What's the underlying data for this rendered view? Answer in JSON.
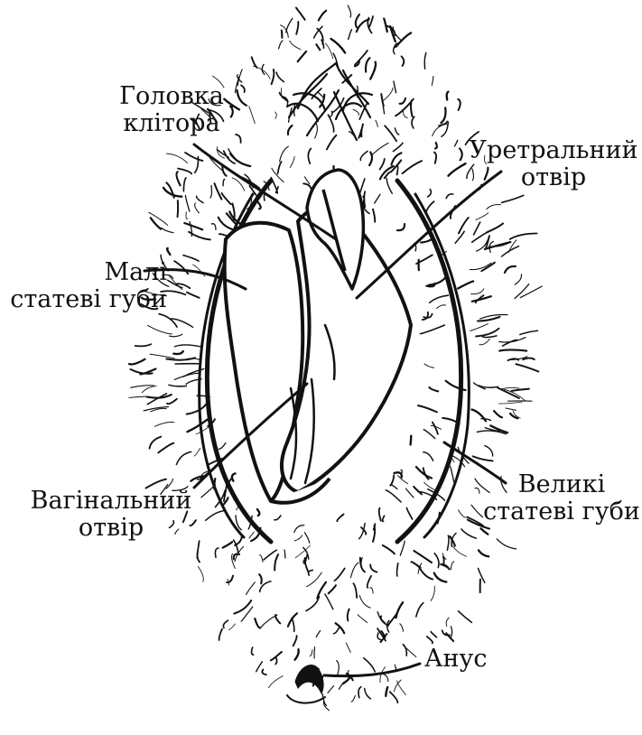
{
  "labels": {
    "clitoris_glans": [
      "Головка",
      "клітора"
    ],
    "urethral_opening": [
      "Уретральний",
      "отвір"
    ],
    "labia_minora": [
      "Малі",
      "статеві губи"
    ],
    "vaginal_opening": [
      "Вагінальний",
      "отвір"
    ],
    "labia_majora": [
      "Великі",
      "статеві губи"
    ],
    "anus": [
      "Анус"
    ]
  },
  "colors": {
    "ink": "#111111",
    "background": "#ffffff"
  }
}
